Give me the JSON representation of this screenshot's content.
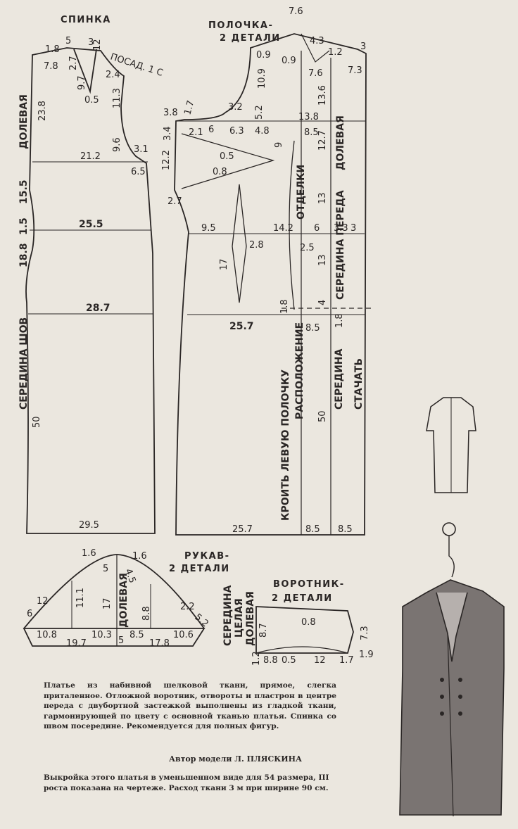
{
  "titles": {
    "back": "СПИНКА",
    "front_line1": "ПОЛОЧКА-",
    "front_line2": "2 ДЕТАЛИ",
    "sleeve_line1": "РУКАВ-",
    "sleeve_line2": "2 ДЕТАЛИ",
    "collar_line1": "ВОРОТНИК-",
    "collar_line2": "2 ДЕТАЛИ"
  },
  "back_labels": {
    "grain": "ДОЛЕВАЯ",
    "center_seam": "СЕРЕДИНА ШОВ",
    "ease": "ПОСАД. 1 С",
    "v1_8": "1.8",
    "v5": "5",
    "v3": "3",
    "v12": "12",
    "v7_8": "7.8",
    "v2_7": "2.7",
    "v9_7": "9.7",
    "v2_4": "2.4",
    "v0_5": "0.5",
    "v11_3": "11.3",
    "v23_8": "23.8",
    "v9_6": "9.6",
    "v3_1": "3.1",
    "v21_2": "21.2",
    "v6_5": "6.5",
    "v15_5": "15.5",
    "v1_5": "1.5",
    "v25_5": "25.5",
    "v18_8": "18.8",
    "v28_7": "28.7",
    "v50": "50",
    "v29_5": "29.5"
  },
  "front_labels": {
    "grain": "ДОЛЕВАЯ",
    "cut_left": "КРОИТЬ ЛЕВУЮ ПОЛОЧКУ",
    "trim_place": "РАСПОЛОЖЕНИЕ",
    "trim": "ОТДЕЛКИ",
    "center_front": "СЕРЕДИНА ПЕРЕДА",
    "center_stitch1": "СЕРЕДИНА",
    "center_stitch2": "СТАЧАТЬ",
    "v7_6": "7.6",
    "v4_3": "4.3",
    "v0_9a": "0.9",
    "v0_9b": "0.9",
    "v1_2": "1.2",
    "v3": "3",
    "v7_6b": "7.6",
    "v7_3": "7.3",
    "v10_9": "10.9",
    "v13_6": "13.6",
    "v3_2": "3.2",
    "v5_2": "5.2",
    "v13_8": "13.8",
    "v3_8": "3.8",
    "v1_7": "1.7",
    "v3_4": "3.4",
    "v2_1": "2.1",
    "v6": "6",
    "v6_3": "6.3",
    "v4_8": "4.8",
    "v8_5a": "8.5",
    "v12_7": "12.7",
    "v0_5": "0.5",
    "v9": "9",
    "v12_2": "12.2",
    "v0_8": "0.8",
    "v13": "13",
    "v2_7": "2.7",
    "v9_5": "9.5",
    "v14_2": "14.2",
    "v6b": "6",
    "v3_3": "3.3",
    "v3b": "3",
    "v2_8": "2.8",
    "v2_5": "2.5",
    "v13b": "13",
    "v17": "17",
    "v4": "4",
    "v1_8": "1.8",
    "v25_7": "25.7",
    "v8_5b": "8.5",
    "v1_8b": "1.8",
    "v50": "50",
    "v25_7b": "25.7",
    "v8_5c": "8.5",
    "v8_5d": "8.5"
  },
  "sleeve_labels": {
    "grain": "ДОЛЕВАЯ",
    "v1_6a": "1.6",
    "v1_6b": "1.6",
    "v5": "5",
    "v4_5": "4.5",
    "v12": "12",
    "v11_1": "11.1",
    "v17": "17",
    "v8_8": "8.8",
    "v2_2": "2.2",
    "v6": "6",
    "v5_2": "5.2",
    "v10_8": "10.8",
    "v10_3": "10.3",
    "v5b": "5",
    "v8_5": "8.5",
    "v10_6": "10.6",
    "v19_7": "19.7",
    "v17_8": "17.8"
  },
  "collar_labels": {
    "center": "СЕРЕДИНА",
    "whole": "ЦЕЛАЯ",
    "grain": "ДОЛЕВАЯ",
    "v8_7": "8.7",
    "v0_8": "0.8",
    "v7_3": "7.3",
    "v1_2": "1.2",
    "v8_8": "8.8",
    "v0_5": "0.5",
    "v12": "12",
    "v1_7": "1.7",
    "v1_9": "1.9"
  },
  "caption": "Платье из набивной шелковой ткани, прямое, слегка приталенное. Отложной воротник, отвороты и пластрон в центре переда с двубортной застежкой выполнены из гладкой ткани, гармонирующей по цвету с основной тканью платья. Спинка со швом посередине. Рекомендуется для полных фигур.",
  "author": "Автор модели Л. ПЛЯСКИНА",
  "note": "Выкройка этого платья в уменьшенном виде для 54 размера, III роста показана на чертеже. Расход ткани 3 м при ширине 90 см."
}
